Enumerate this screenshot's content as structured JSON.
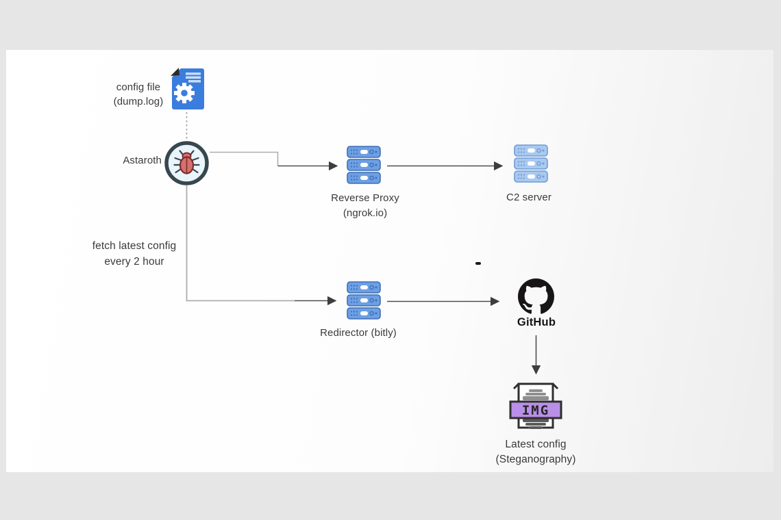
{
  "nodes": {
    "config_file": {
      "line1": "config file",
      "line2": "(dump.log)",
      "icon": "document-gear-icon"
    },
    "astaroth": {
      "label": "Astaroth",
      "icon": "bug-icon"
    },
    "reverse_proxy": {
      "line1": "Reverse Proxy",
      "line2": "(ngrok.io)",
      "icon": "server-stack-icon"
    },
    "c2_server": {
      "label": "C2 server",
      "icon": "server-stack-icon"
    },
    "redirector": {
      "label": "Redirector (bitly)",
      "icon": "server-stack-icon"
    },
    "github": {
      "label": "GitHub",
      "icon": "github-octocat-icon"
    },
    "latest_config": {
      "line1": "Latest config",
      "line2": "(Steganography)",
      "icon": "image-file-icon"
    },
    "img_stamp": {
      "text": "IMG"
    }
  },
  "annotations": {
    "fetch_line1": "fetch latest config",
    "fetch_line2": "every 2 hour"
  },
  "colors": {
    "canvas_bg": "#e6e6e6",
    "content_bg": "#ffffff",
    "doc_blue": "#3b7ddd",
    "doc_lines_light": "#c7ddf6",
    "server_blue_fill": "#6d9fe3",
    "server_blue_stroke": "#3f6fb5",
    "server_light_fill": "#a9c9ef",
    "server_light_stroke": "#6f9bd6",
    "ring_dark": "#37474f",
    "bug_red": "#d6706d",
    "bug_red_dark": "#7c2d2d",
    "github_black": "#171515",
    "img_purple": "#b98fe8",
    "icon_outline_dark": "#2f2f2f",
    "connector_light": "#adadad",
    "connector_dark": "#4e4e4e",
    "label_text": "#3a3a3a"
  }
}
